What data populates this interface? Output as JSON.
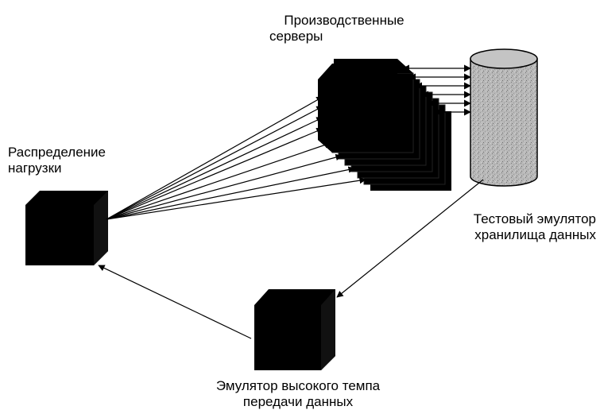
{
  "labels": {
    "production_servers_line1": "Производственные",
    "production_servers_line2": "серверы",
    "load_balancer_line1": "Распределение",
    "load_balancer_line2": "нагрузки",
    "storage_emulator_line1": "Тестовый эмулятор",
    "storage_emulator_line2": "хранилища данных",
    "high_rate_emulator_line1": "Эмулятор высокого темпа",
    "high_rate_emulator_line2": "передачи данных"
  },
  "colors": {
    "box_fill": "#000000",
    "box_side": "#1a1a1a",
    "cylinder_fill": "#b8b8b8",
    "cylinder_speckle": "#8a8a8a",
    "line": "#000000",
    "background": "#ffffff"
  }
}
